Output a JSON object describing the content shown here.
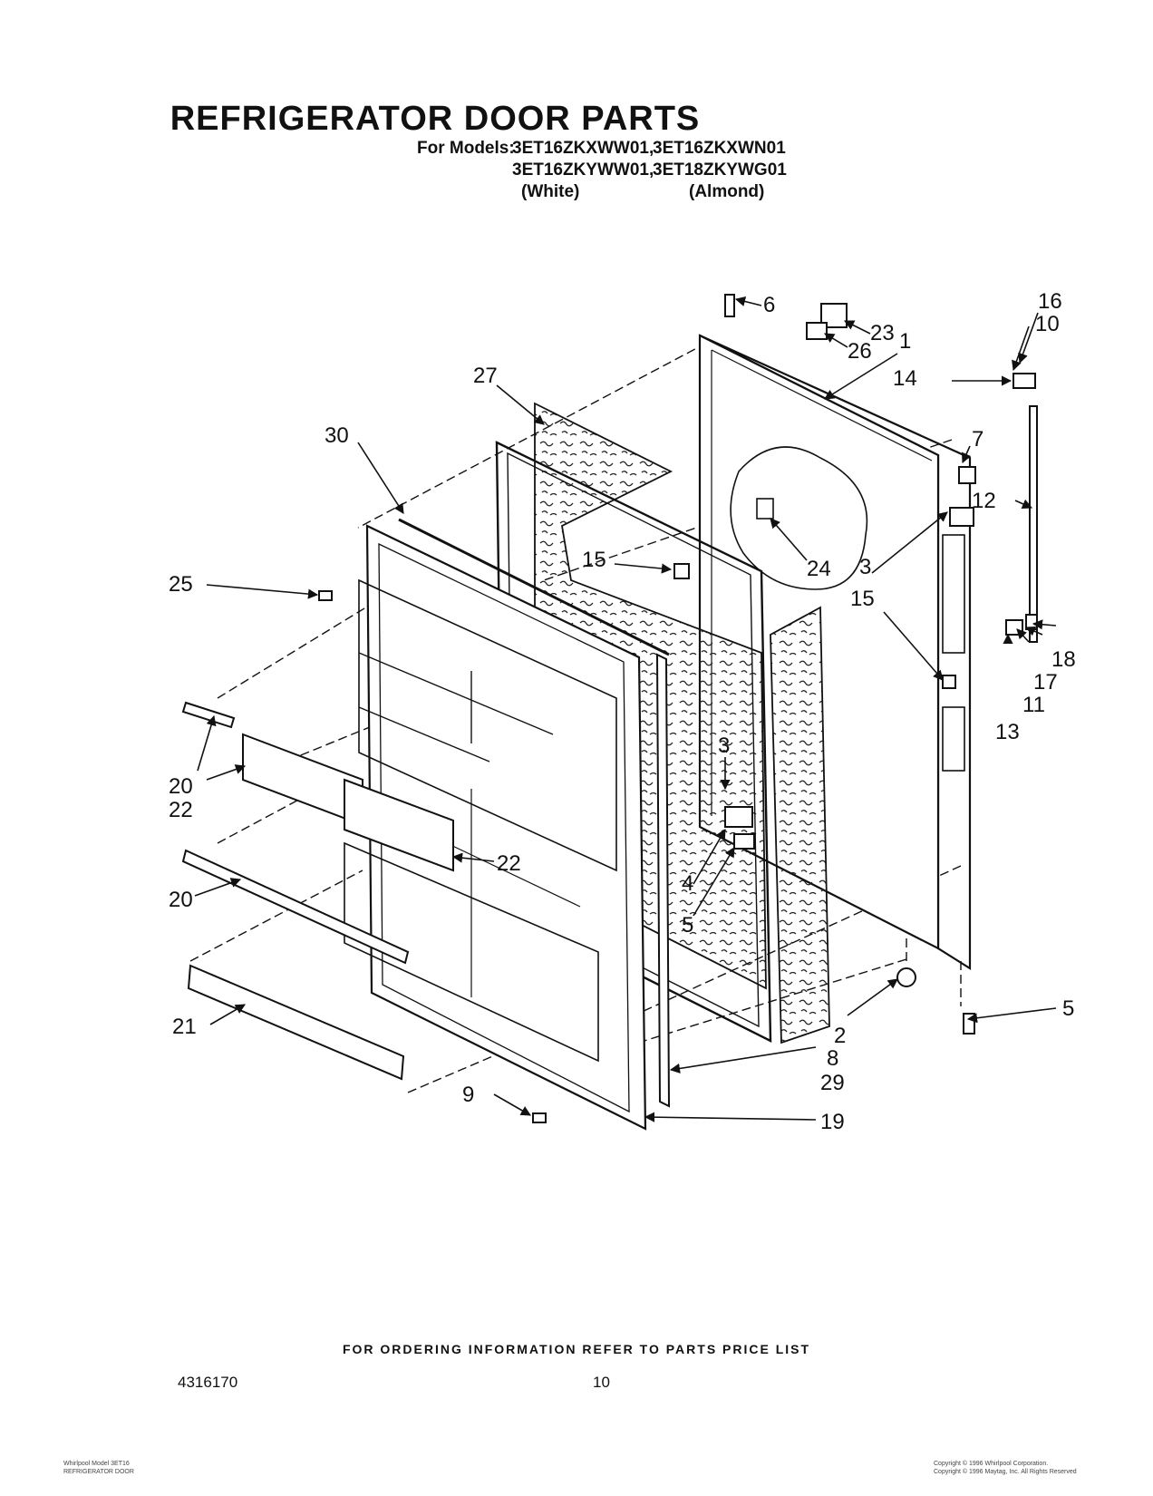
{
  "header": {
    "title": "REFRIGERATOR DOOR PARTS",
    "models_prefix": "For Models:",
    "model_1": "3ET16ZKXWW01,",
    "model_2": "3ET16ZKXWN01",
    "model_3": "3ET16ZKYWW01,",
    "model_4": "3ET18ZKYWG01",
    "color_white": "(White)",
    "color_almond": "(Almond)"
  },
  "callouts": [
    "1",
    "2",
    "3",
    "3",
    "4",
    "5",
    "5",
    "6",
    "7",
    "8",
    "9",
    "10",
    "11",
    "12",
    "13",
    "14",
    "15",
    "15",
    "16",
    "17",
    "18",
    "19",
    "20",
    "20",
    "21",
    "22",
    "22",
    "23",
    "24",
    "25",
    "26",
    "27",
    "29",
    "30"
  ],
  "footer": {
    "ordering_note": "FOR ORDERING INFORMATION REFER TO PARTS PRICE LIST",
    "doc_number": "4316170",
    "page_number": "10",
    "fine_left_1": "Whirlpool Model 3ET16",
    "fine_left_2": "REFRIGERATOR DOOR",
    "fine_right_1": "Copyright © 1996 Whirlpool Corporation.",
    "fine_right_2": "Copyright © 1996 Maytag, Inc. All Rights Reserved"
  }
}
